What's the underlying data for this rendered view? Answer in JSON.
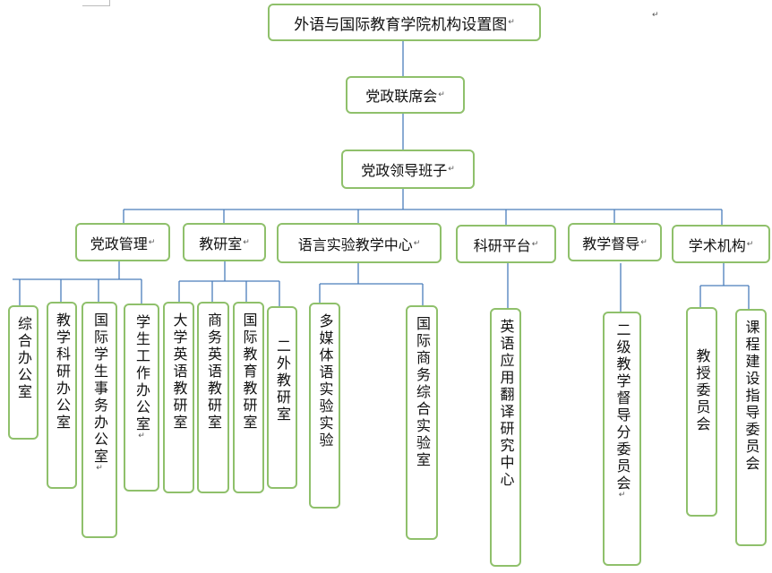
{
  "colors": {
    "box_border": "#8fc06b",
    "line": "#4a7ebb"
  },
  "top": {
    "title": "外语与国际教育学院机构设置图",
    "council": "党政联席会",
    "leadership": "党政领导班子"
  },
  "depts": {
    "party_admin": "党政管理",
    "teaching_research": "教研室",
    "lang_lab_center": "语言实验教学中心",
    "research_platform": "科研平台",
    "teaching_supervision": "教学督导",
    "academic": "学术机构"
  },
  "units": {
    "general_office": "综合办公室",
    "research_office": "教学科研办公室",
    "intl_student_office": "国际学生事务办公室",
    "student_work_office": "学生工作办公室",
    "college_english": "大学英语教研室",
    "business_english": "商务英语教研室",
    "intl_education": "国际教育教研室",
    "second_foreign": "二外教研室",
    "multimedia_lab": "多媒体语实验实验",
    "intl_business_lab": "国际商务综合实验室",
    "translation_center": "英语应用翻译研究中心",
    "supervision_sub": "二级教学督导分委员会",
    "professors_committee": "教授委员会",
    "curriculum_committee": "课程建设指导委员会"
  },
  "marks": {
    "paragraph": "↵"
  }
}
